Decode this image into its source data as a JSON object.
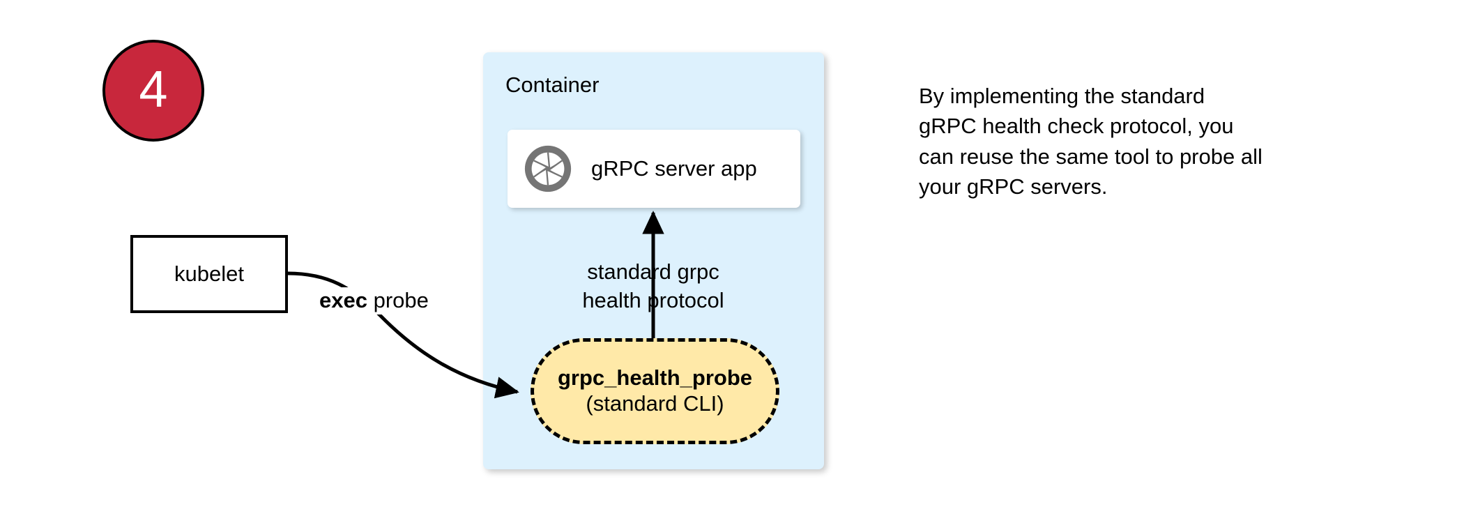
{
  "step": {
    "number": "4",
    "fill_color": "#c8273c",
    "text_color": "#ffffff",
    "border_color": "#000000"
  },
  "container": {
    "title": "Container",
    "fill_color": "#ddf1fd"
  },
  "server_card": {
    "label": "gRPC server app",
    "icon": "aperture-icon",
    "icon_color": "#757575",
    "fill_color": "#ffffff"
  },
  "probe_node": {
    "title": "grpc_health_probe",
    "subtitle": "(standard CLI)",
    "fill_color": "#ffe9a8",
    "border_style": "dashed",
    "border_color": "#000000"
  },
  "kubelet_node": {
    "label": "kubelet",
    "fill_color": "#ffffff",
    "border_color": "#000000"
  },
  "edges": {
    "exec_probe": {
      "label_bold": "exec",
      "label_rest": " probe",
      "from": "kubelet",
      "to": "grpc_health_probe"
    },
    "health_protocol": {
      "line1": "standard grpc",
      "line2": "health protocol",
      "from": "grpc_health_probe",
      "to": "gRPC server app"
    }
  },
  "note": {
    "line1": "By implementing the standard",
    "line2": "gRPC health check protocol, you",
    "line3": "can reuse the same tool to probe all",
    "line4": "your gRPC servers."
  }
}
